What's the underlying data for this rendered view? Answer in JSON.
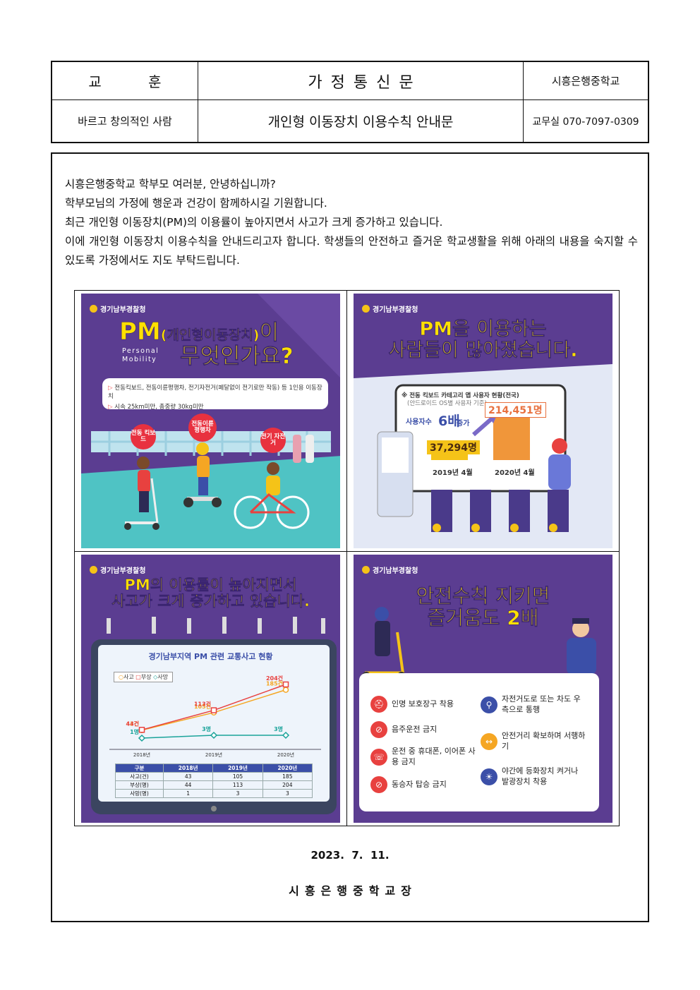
{
  "header": {
    "motto_heading": "교 훈",
    "title": "가정통신문",
    "school": "시흥은행중학교",
    "motto": "바르고 창의적인 사람",
    "subject": "개인형 이동장치 이용수칙 안내문",
    "phone": "교무실 070-7097-0309"
  },
  "intro": [
    "시흥은행중학교 학부모 여러분, 안녕하십니까?",
    "학부모님의 가정에 행운과 건강이 함께하시길 기원합니다.",
    "최근 개인형 이동장치(PM)의 이용률이 높아지면서 사고가 크게 증가하고 있습니다.",
    "이에 개인형 이동장치 이용수칙을 안내드리고자 합니다. 학생들의 안전하고 즐거운 학교생활을 위해 아래의 내용을 숙지할 수 있도록 가정에서도 지도 부탁드립니다."
  ],
  "agency": "경기남부경찰청",
  "panel1": {
    "title_pm": "PM",
    "title_paren": "(개인형이동장치)",
    "title_i": "이",
    "title_line2": "무엇인가요?",
    "pm_en_1": "Personal",
    "pm_en_2": "Mobility",
    "bullet1": "전동킥보드, 전동이륜평행차, 전기자전거(페달없이 전기로만 작동) 등 1인용 이동장치",
    "bullet2": "시속 25km미만, 총중량 30kg미만",
    "tag_kick": "전동 킥보드",
    "tag_balance": "전동이륜 평행차",
    "tag_bike": "전기 자전거"
  },
  "panel2": {
    "title_line1": "PM을 이용하는",
    "title_line2": "사람들이 많아졌습니다.",
    "note1": "※ 전동 킥보드 카테고리 앱 사용자 현황(전국)",
    "note2": "(안드로이드 OS별 사용자 기준)",
    "users_label": "사용자수",
    "multiplier": "6배",
    "increase": "증가",
    "chart_data": {
      "type": "bar",
      "categories": [
        "2019년 4월",
        "2020년 4월"
      ],
      "values": [
        37294
      ],
      "value_labels": [
        "37,294명",
        "214,451명"
      ],
      "values_full": [
        37294,
        214451
      ]
    }
  },
  "panel3": {
    "title_line1": "PM의 이용률이 높아지면서",
    "title_line2": "사고가 크게 증가하고 있습니다.",
    "chart_title": "경기남부지역 PM 관련 교통사고 현황",
    "chart_data": {
      "type": "line",
      "x": [
        "2018년",
        "2019년",
        "2020년"
      ],
      "series": [
        {
          "name": "사고",
          "values": [
            43,
            105,
            185
          ],
          "labels": [
            "43건",
            "105건",
            "185건"
          ],
          "color": "#f5a623"
        },
        {
          "name": "부상",
          "values": [
            44,
            113,
            204
          ],
          "labels": [
            "44건",
            "113건",
            "204건"
          ],
          "color": "#e8413f"
        },
        {
          "name": "사망",
          "values": [
            1,
            3,
            3
          ],
          "labels": [
            "1명",
            "3명",
            "3명"
          ],
          "color": "#1aa39a"
        }
      ]
    },
    "table": {
      "header": [
        "구분",
        "2018년",
        "2019년",
        "2020년"
      ],
      "rows": [
        [
          "사고(건)",
          "43",
          "105",
          "185"
        ],
        [
          "부상(명)",
          "44",
          "113",
          "204"
        ],
        [
          "사망(명)",
          "1",
          "3",
          "3"
        ]
      ]
    }
  },
  "panel4": {
    "title_line1": "안전수칙 지키면",
    "title_line2": "즐거움도 2배",
    "rules": [
      {
        "text": "인명 보호장구 착용",
        "icon": "helmet-icon",
        "color": "#e8413f"
      },
      {
        "text": "음주운전 금지",
        "icon": "no-drinking-icon",
        "color": "#e8413f"
      },
      {
        "text": "운전 중 휴대폰, 이어폰 사용 금지",
        "icon": "no-phone-icon",
        "color": "#e8413f"
      },
      {
        "text": "동승자 탑승 금지",
        "icon": "no-passenger-icon",
        "color": "#e8413f"
      },
      {
        "text": "자전거도로 또는 차도 우측으로 통행",
        "icon": "bike-lane-icon",
        "color": "#3b4fa8"
      },
      {
        "text": "안전거리 확보하며 서행하기",
        "icon": "safe-distance-icon",
        "color": "#3b4fa8"
      },
      {
        "text": "야간에 등화장치 켜거나 발광장치 착용",
        "icon": "light-icon",
        "color": "#3b4fa8"
      }
    ]
  },
  "footer": {
    "date": "2023.  7.  11.",
    "principal": "시흥은행중학교장"
  }
}
